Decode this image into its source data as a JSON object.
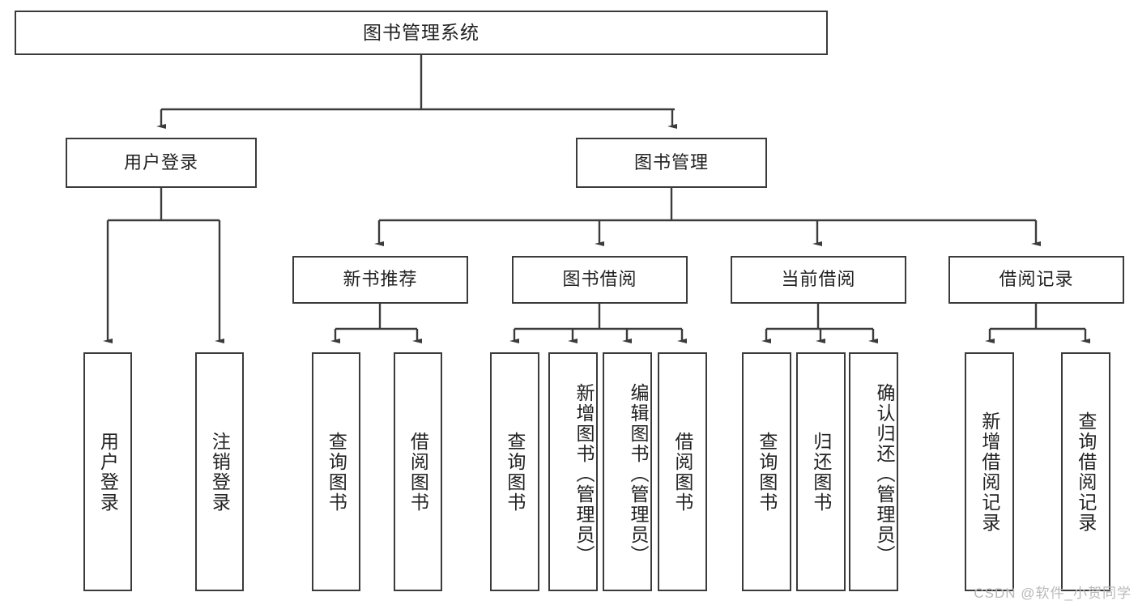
{
  "diagram": {
    "title": "图书管理系统",
    "root": {
      "label": "图书管理系统"
    },
    "level2": [
      {
        "label": "用户登录"
      },
      {
        "label": "图书管理"
      }
    ],
    "level3": [
      {
        "label": "新书推荐"
      },
      {
        "label": "图书借阅"
      },
      {
        "label": "当前借阅"
      },
      {
        "label": "借阅记录"
      }
    ],
    "leaves": {
      "user_login": [
        {
          "label": "用户登录"
        },
        {
          "label": "注销登录"
        }
      ],
      "new_book_recommend": [
        {
          "label": "查询图书"
        },
        {
          "label": "借阅图书"
        }
      ],
      "book_borrow": [
        {
          "label": "查询图书"
        },
        {
          "label": "新增图书（管理员）"
        },
        {
          "label": "编辑图书（管理员）"
        },
        {
          "label": "借阅图书"
        }
      ],
      "current_borrow": [
        {
          "label": "查询图书"
        },
        {
          "label": "归还图书"
        },
        {
          "label": "确认归还（管理员）"
        }
      ],
      "borrow_record": [
        {
          "label": "新增借阅记录"
        },
        {
          "label": "查询借阅记录"
        }
      ]
    },
    "watermark": "CSDN @软件_小贺同学",
    "colors": {
      "stroke": "#3b3b3b",
      "background": "#ffffff",
      "text": "#222222",
      "watermark": "#b9b9b9"
    }
  }
}
